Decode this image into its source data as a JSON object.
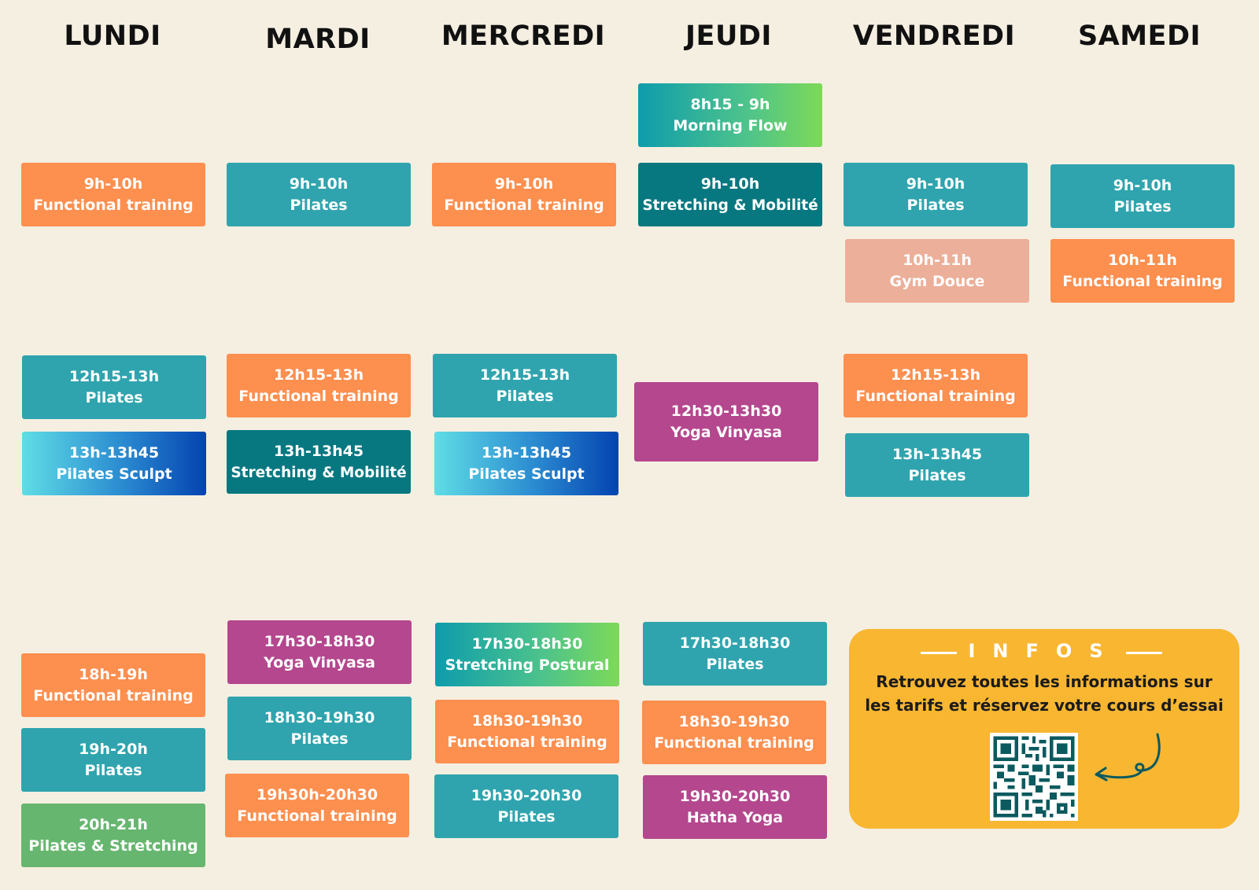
{
  "days": [
    "LUNDI",
    "MARDI",
    "MERCREDI",
    "JEUDI",
    "VENDREDI",
    "SAMEDI"
  ],
  "classes": [
    {
      "time": "9h-10h",
      "name": "Functional training"
    },
    {
      "time": "12h15-13h",
      "name": "Pilates"
    },
    {
      "time": "13h-13h45",
      "name": "Pilates Sculpt"
    },
    {
      "time": "18h-19h",
      "name": "Functional training"
    },
    {
      "time": "19h-20h",
      "name": "Pilates"
    },
    {
      "time": "20h-21h",
      "name": "Pilates & Stretching"
    },
    {
      "time": "9h-10h",
      "name": "Pilates"
    },
    {
      "time": "12h15-13h",
      "name": "Functional training"
    },
    {
      "time": "13h-13h45",
      "name": "Stretching & Mobilité"
    },
    {
      "time": "17h30-18h30",
      "name": "Yoga Vinyasa"
    },
    {
      "time": "18h30-19h30",
      "name": "Pilates"
    },
    {
      "time": "19h30h-20h30",
      "name": "Functional training"
    },
    {
      "time": "9h-10h",
      "name": "Functional training"
    },
    {
      "time": "12h15-13h",
      "name": "Pilates"
    },
    {
      "time": "13h-13h45",
      "name": "Pilates Sculpt"
    },
    {
      "time": "17h30-18h30",
      "name": "Stretching Postural"
    },
    {
      "time": "18h30-19h30",
      "name": "Functional training"
    },
    {
      "time": "19h30-20h30",
      "name": "Pilates"
    },
    {
      "time": "8h15 - 9h",
      "name": "Morning Flow"
    },
    {
      "time": "9h-10h",
      "name": "Stretching & Mobilité"
    },
    {
      "time": "12h30-13h30",
      "name": "Yoga Vinyasa"
    },
    {
      "time": "17h30-18h30",
      "name": "Pilates"
    },
    {
      "time": "18h30-19h30",
      "name": "Functional training"
    },
    {
      "time": "19h30-20h30",
      "name": "Hatha Yoga"
    },
    {
      "time": "9h-10h",
      "name": "Pilates"
    },
    {
      "time": "10h-11h",
      "name": "Gym Douce"
    },
    {
      "time": "12h15-13h",
      "name": "Functional training"
    },
    {
      "time": "13h-13h45",
      "name": "Pilates"
    },
    {
      "time": "9h-10h",
      "name": "Pilates"
    },
    {
      "time": "10h-11h",
      "name": "Functional training"
    }
  ],
  "infos": {
    "title": "INFOS",
    "text": "Retrouvez toutes les informations sur les tarifs et réservez votre cours d’essai"
  },
  "icons": {
    "qr": "qr-code-icon",
    "arrow": "curly-arrow-icon"
  },
  "colors": {
    "background": "#f5efe1",
    "functional_training": "#fd8f4f",
    "pilates": "#2fa4ae",
    "stretching_mobilite": "#077780",
    "yoga": "#b4478e",
    "gym_douce": "#ecaf99",
    "pilates_stretching": "#66b66f",
    "infos_panel": "#f8b631"
  }
}
